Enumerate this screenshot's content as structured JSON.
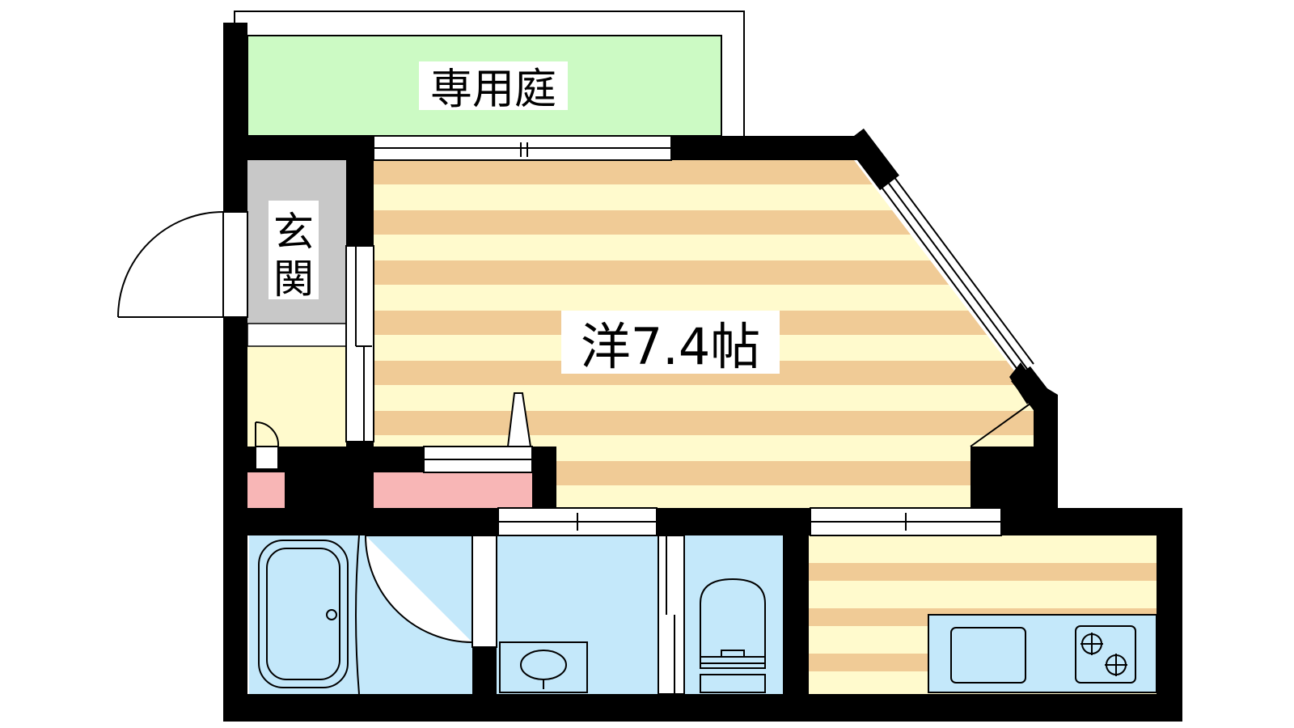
{
  "floor_plan": {
    "labels": {
      "private_garden": "専用庭",
      "entrance_line1": "玄",
      "entrance_line2": "関",
      "western_room": "洋7.4帖"
    },
    "colors": {
      "wall": "#000000",
      "garden": "#ccfac4",
      "entrance": "#c8c8c8",
      "floor_light": "#fffacd",
      "floor_dark": "#f0cb96",
      "storage": "#f8b6b6",
      "wet_area": "#c4e8fa",
      "background": "#ffffff"
    }
  }
}
